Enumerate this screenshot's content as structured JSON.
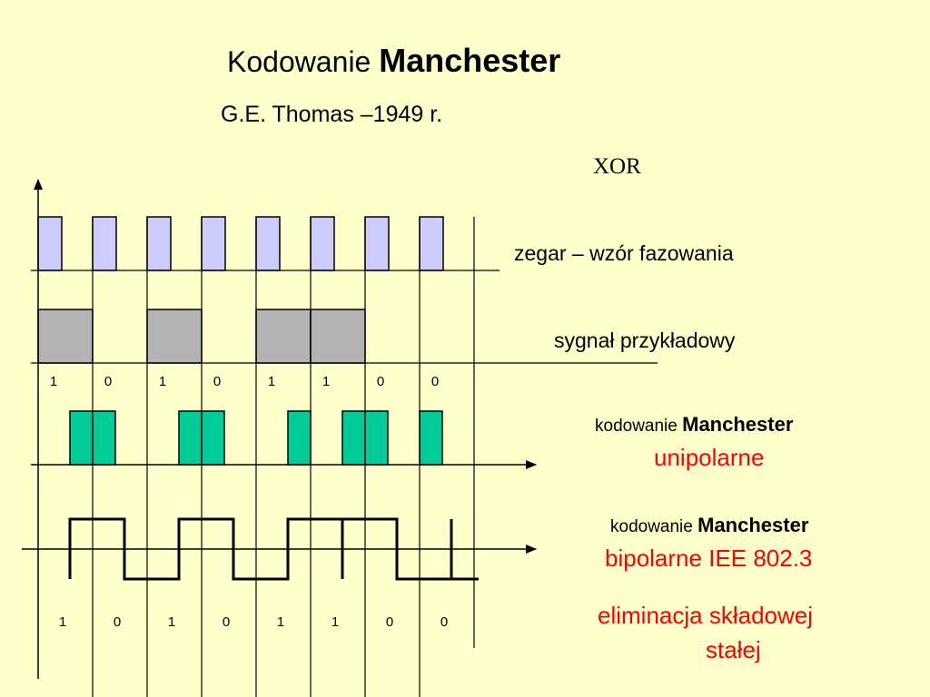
{
  "title": {
    "prefix": "Kodowanie",
    "bold": "Manchester"
  },
  "subtitle": "G.E. Thomas –1949 r.",
  "xor_label": "XOR",
  "rows": {
    "clock_label": "zegar – wzór fazowania",
    "signal_label": "sygnał przykładowy",
    "unipolar": {
      "prefix": "kodowanie",
      "bold": "Manchester",
      "variant": "unipolarne"
    },
    "bipolar": {
      "prefix": "kodowanie",
      "bold": "Manchester",
      "variant": "bipolarne IEE 802.3"
    },
    "note_line1": "eliminacja składowej",
    "note_line2": "stałej"
  },
  "bits": [
    "1",
    "0",
    "1",
    "0",
    "1",
    "1",
    "0",
    "0"
  ],
  "colors": {
    "background": "#ffffcc",
    "clock_fill": "#ccccff",
    "signal_fill": "#b3b3b3",
    "unipolar_fill": "#00cc99",
    "accent_red": "#ff0000"
  }
}
